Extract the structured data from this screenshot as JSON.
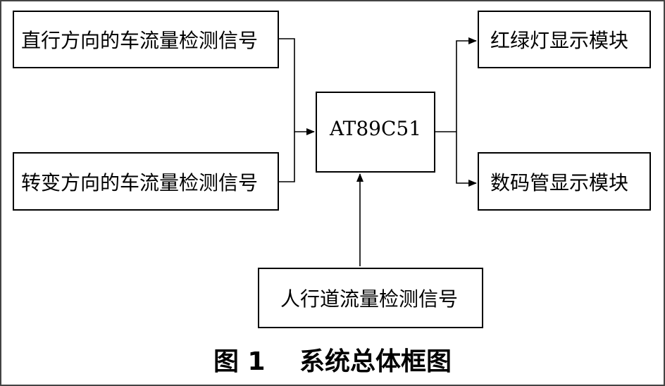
{
  "diagram": {
    "nodes": {
      "straight_flow": "直行方向的车流量检测信号",
      "turn_flow": "转变方向的车流量检测信号",
      "mcu": "AT89C51",
      "traffic_light": "红绿灯显示模块",
      "digit_tube": "数码管显示模块",
      "pedestrian": "人行道流量检测信号"
    },
    "edges": [
      {
        "from": "straight_flow",
        "to": "mcu"
      },
      {
        "from": "turn_flow",
        "to": "mcu"
      },
      {
        "from": "pedestrian",
        "to": "mcu"
      },
      {
        "from": "mcu",
        "to": "traffic_light"
      },
      {
        "from": "mcu",
        "to": "digit_tube"
      }
    ]
  },
  "caption": "图 1　 系统总体框图"
}
